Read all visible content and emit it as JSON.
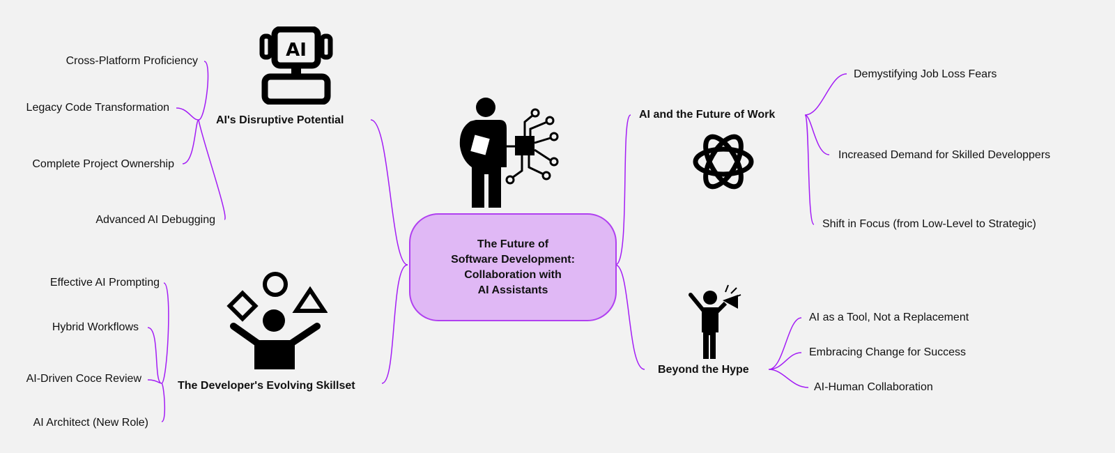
{
  "center": {
    "lines": [
      "The Future of",
      "Software Development:",
      "Collaboration with",
      "AI Assistants"
    ]
  },
  "branches": {
    "disruptive": {
      "label": "AI's Disruptive Potential",
      "items": [
        "Cross-Platform Proficiency",
        "Legacy Code Transformation",
        "Complete Project Ownership",
        "Advanced AI Debugging"
      ]
    },
    "skillset": {
      "label": "The Developer's Evolving Skillset",
      "items": [
        "Effective AI Prompting",
        "Hybrid Workflows",
        "AI-Driven Coce Review",
        "AI Architect (New Role)"
      ]
    },
    "work": {
      "label": "AI and the Future of Work",
      "items": [
        "Demystifying Job Loss Fears",
        "Increased Demand for Skilled Developpers",
        "Shift in Focus (from Low-Level to Strategic)"
      ]
    },
    "hype": {
      "label": "Beyond the Hype",
      "items": [
        "AI as a Tool, Not a Replacement",
        "Embracing Change for Success",
        "AI-Human Collaboration"
      ]
    }
  },
  "icons": {
    "robot": "AI"
  },
  "colors": {
    "line": "#a31cf5",
    "center_fill": "#e0b8f5",
    "background": "#f2f2f2"
  }
}
